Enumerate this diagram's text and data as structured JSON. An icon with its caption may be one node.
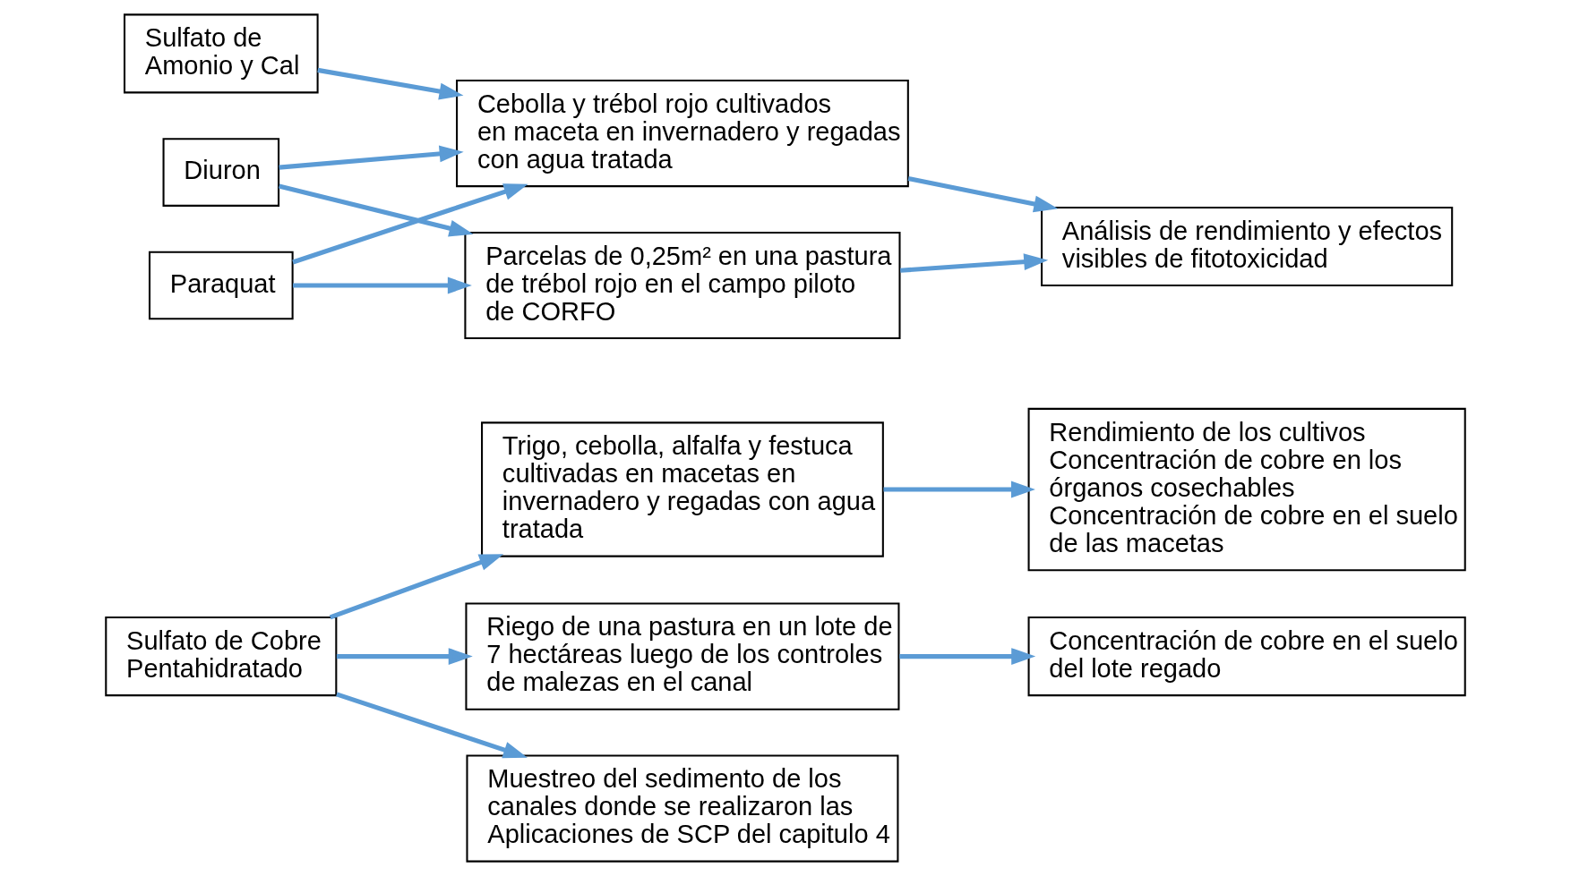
{
  "diagram": {
    "nodes": [
      {
        "text": [
          "Sulfato de Cobre Pentahidratado"
        ]
      },
      {
        "text": [
          "Trigo, cebolla, alfalfa y festuca cultivadas en macetas en invernadero y regadas con agua tratada"
        ]
      },
      {
        "text": [
          "Rendimiento de los cultivos",
          "Concentración de cobre en los órganos cosechables",
          "Concentración de cobre en el suelo de las macetas"
        ]
      },
      {
        "text": [
          "Riego de una pastura en un lote de 7 hectáreas luego de los controles de malezas en el canal"
        ]
      },
      {
        "text": [
          "Concentración de cobre en el suelo del lote regado"
        ]
      },
      {
        "text": [
          "Muestreo del sedimento de los canales donde se realizaron las Aplicaciones de SCP del capitulo 4"
        ]
      },
      {
        "text": [
          "Sulfato de Amonio y Cal"
        ]
      },
      {
        "text": [
          "Cebolla y trébol rojo cultivados en maceta en invernadero y regadas con agua tratada"
        ]
      },
      {
        "text": [
          "Paraquat"
        ]
      },
      {
        "text": [
          "Diuron"
        ]
      },
      {
        "text": [
          "Parcelas de 0,25m² en una pastura de trébol rojo en el campo piloto de CORFO"
        ]
      },
      {
        "text": [
          "Análisis de rendimiento y efectos visibles de fitotoxicidad"
        ]
      }
    ],
    "edges": [
      {
        "from": 0,
        "to": 1,
        "arrow": "to"
      },
      {
        "from": 0,
        "to": 3,
        "arrow": "to"
      },
      {
        "from": 0,
        "to": 5,
        "arrow": "to"
      },
      {
        "from": 1,
        "to": 2,
        "arrow": "to"
      },
      {
        "from": 3,
        "to": 4,
        "arrow": "to"
      },
      {
        "from": 6,
        "to": 7,
        "arrow": "to"
      },
      {
        "from": 8,
        "to": 7,
        "arrow": "to"
      },
      {
        "from": 8,
        "to": 10,
        "arrow": "to"
      },
      {
        "from": 9,
        "to": 7,
        "arrow": "to"
      },
      {
        "from": 9,
        "to": 10,
        "arrow": "to"
      },
      {
        "from": 7,
        "to": 11,
        "arrow": "to"
      },
      {
        "from": 10,
        "to": 11,
        "arrow": "to"
      }
    ]
  }
}
